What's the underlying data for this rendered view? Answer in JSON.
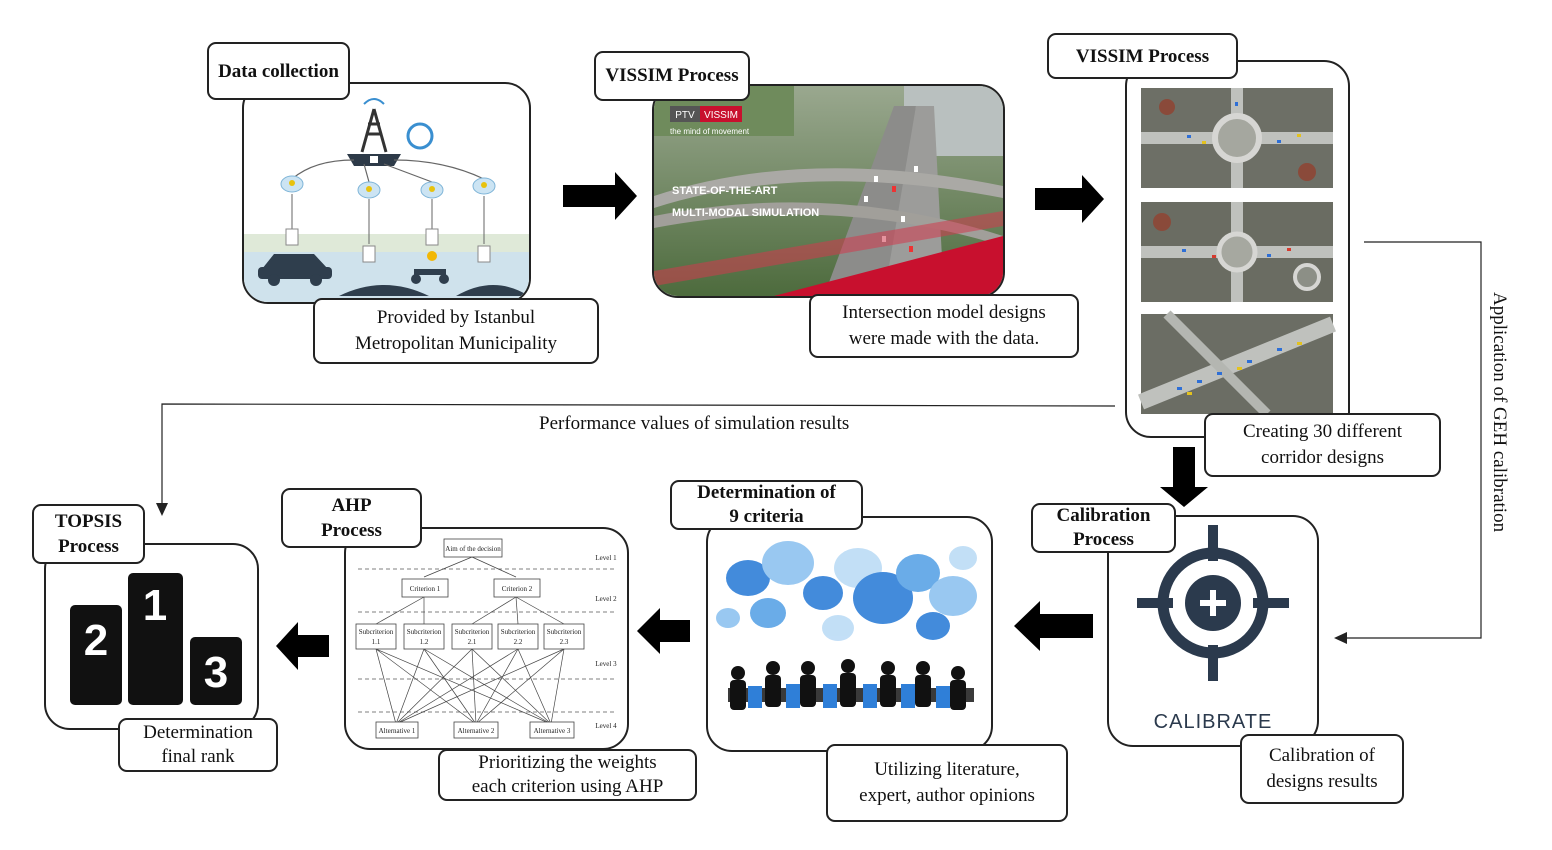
{
  "stages": {
    "data_collection": {
      "tag": "Data collection",
      "note_line1": "Provided by Istanbul",
      "note_line2": "Metropolitan Municipality"
    },
    "vissim_1": {
      "tag": "VISSIM Process",
      "note_line1": "Intersection model designs",
      "note_line2": "were made with the data.",
      "brand_ptv": "PTV",
      "brand_vissim": "VISSIM",
      "slogan": "the mind of movement",
      "headline1": "STATE-OF-THE-ART",
      "headline2": "MULTI-MODAL SIMULATION"
    },
    "vissim_2": {
      "tag": "VISSIM Process",
      "note_line1": "Creating 30 different",
      "note_line2": "corridor designs"
    },
    "calibration": {
      "tag_line1": "Calibration",
      "tag_line2": "Process",
      "logo_text": "CALIBRATE",
      "note_line1": "Calibration of",
      "note_line2": "designs results"
    },
    "criteria": {
      "tag_line1": "Determination of",
      "tag_line2": "9 criteria",
      "note_line1": "Utilizing literature,",
      "note_line2": "expert, author opinions"
    },
    "ahp": {
      "tag_line1": "AHP",
      "tag_line2": "Process",
      "note_line1": "Prioritizing the weights",
      "note_line2": "each criterion using AHP",
      "hierarchy": {
        "goal": "Aim of the decision",
        "criteria": [
          "Criterion 1",
          "Criterion 2"
        ],
        "subcriteria": [
          [
            "Subcriterion",
            "1.1"
          ],
          [
            "Subcriterion",
            "1.2"
          ],
          [
            "Subcriterion",
            "2.1"
          ],
          [
            "Subcriterion",
            "2.2"
          ],
          [
            "Subcriterion",
            "2.3"
          ]
        ],
        "alternatives": [
          "Alternative 1",
          "Alternative 2",
          "Alternative 3"
        ],
        "levels": [
          "Level 1",
          "Level 2",
          "Level 3",
          "Level 4"
        ]
      }
    },
    "topsis": {
      "tag_line1": "TOPSIS",
      "tag_line2": "Process",
      "note_line1": "Determination",
      "note_line2": "final rank",
      "podium": [
        "2",
        "1",
        "3"
      ]
    }
  },
  "feedback": {
    "performance_label": "Performance values of simulation results",
    "geh_label": "Application of GEH calibration"
  },
  "colors": {
    "arrow": "#000000",
    "vissim_red": "#c8102e",
    "calibrate_navy": "#2b3a4d",
    "speech_blue": "#2f7fd8"
  }
}
